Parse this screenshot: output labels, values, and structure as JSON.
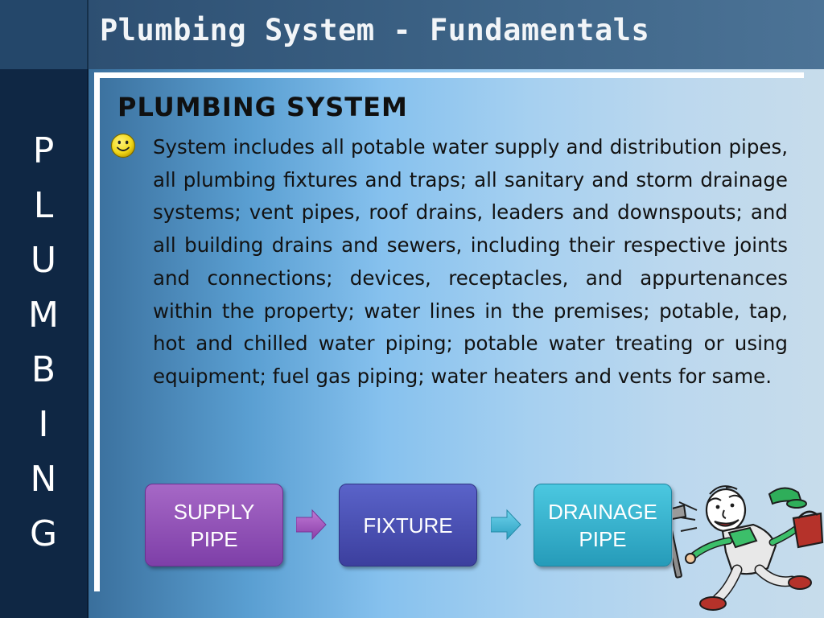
{
  "header": {
    "title": "Plumbing System - Fundamentals"
  },
  "sidebar": {
    "letters": [
      "P",
      "L",
      "U",
      "M",
      "B",
      "I",
      "N",
      "G"
    ]
  },
  "main": {
    "heading": "PLUMBING SYSTEM",
    "bullet_icon": "smiley-icon",
    "body": "System includes all potable water supply and distribution pipes, all plumbing fixtures and traps; all sanitary and storm drainage systems; vent pipes, roof drains, leaders and downspouts; and all building drains and sewers, including their respective joints and connections; devices, receptacles, and appurtenances within the property; water lines in the premises; potable, tap, hot and chilled water piping; potable water treating or using equipment; fuel gas piping; water heaters and vents for same."
  },
  "flow": {
    "steps": [
      {
        "line1": "SUPPLY",
        "line2": "PIPE",
        "color": "#8b4db3"
      },
      {
        "line1": "FIXTURE",
        "line2": "",
        "color": "#474bb0"
      },
      {
        "line1": "DRAINAGE",
        "line2": "PIPE",
        "color": "#33b0cc"
      }
    ],
    "arrow_colors": [
      "#9c4fb8",
      "#3fb6d6"
    ]
  },
  "illustration": {
    "icon": "plumber-icon"
  },
  "colors": {
    "sidebar": "#0f2744",
    "title_bar": "#3a5f84",
    "content_light": "#c7dceb"
  }
}
